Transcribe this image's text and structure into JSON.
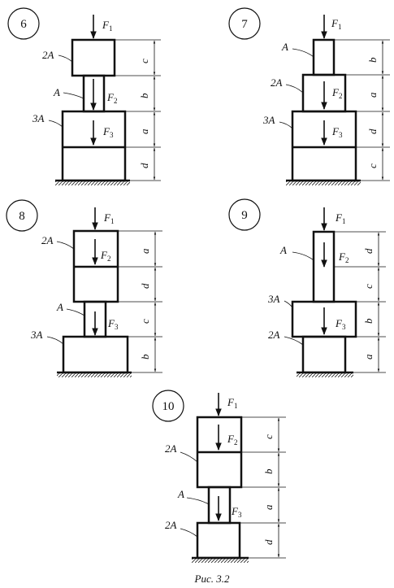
{
  "caption": "Рис. 3.2",
  "schemes": [
    {
      "number": "6",
      "forces": [
        "F1",
        "F2",
        "F3"
      ],
      "areas": [
        "2A",
        "A",
        "3A"
      ],
      "dims": [
        "c",
        "b",
        "a",
        "d"
      ]
    },
    {
      "number": "7",
      "forces": [
        "F1",
        "F2",
        "F3"
      ],
      "areas": [
        "A",
        "2A",
        "3A"
      ],
      "dims": [
        "b",
        "a",
        "d",
        "c"
      ]
    },
    {
      "number": "8",
      "forces": [
        "F1",
        "F2",
        "F3"
      ],
      "areas": [
        "2A",
        "A",
        "3A"
      ],
      "dims": [
        "a",
        "d",
        "c",
        "b"
      ]
    },
    {
      "number": "9",
      "forces": [
        "F1",
        "F2",
        "F3"
      ],
      "areas": [
        "A",
        "3A",
        "2A"
      ],
      "dims": [
        "d",
        "c",
        "b",
        "a"
      ]
    },
    {
      "number": "10",
      "forces": [
        "F1",
        "F2",
        "F3"
      ],
      "areas": [
        "2A",
        "A",
        "2A"
      ],
      "dims": [
        "c",
        "b",
        "a",
        "d"
      ]
    }
  ]
}
